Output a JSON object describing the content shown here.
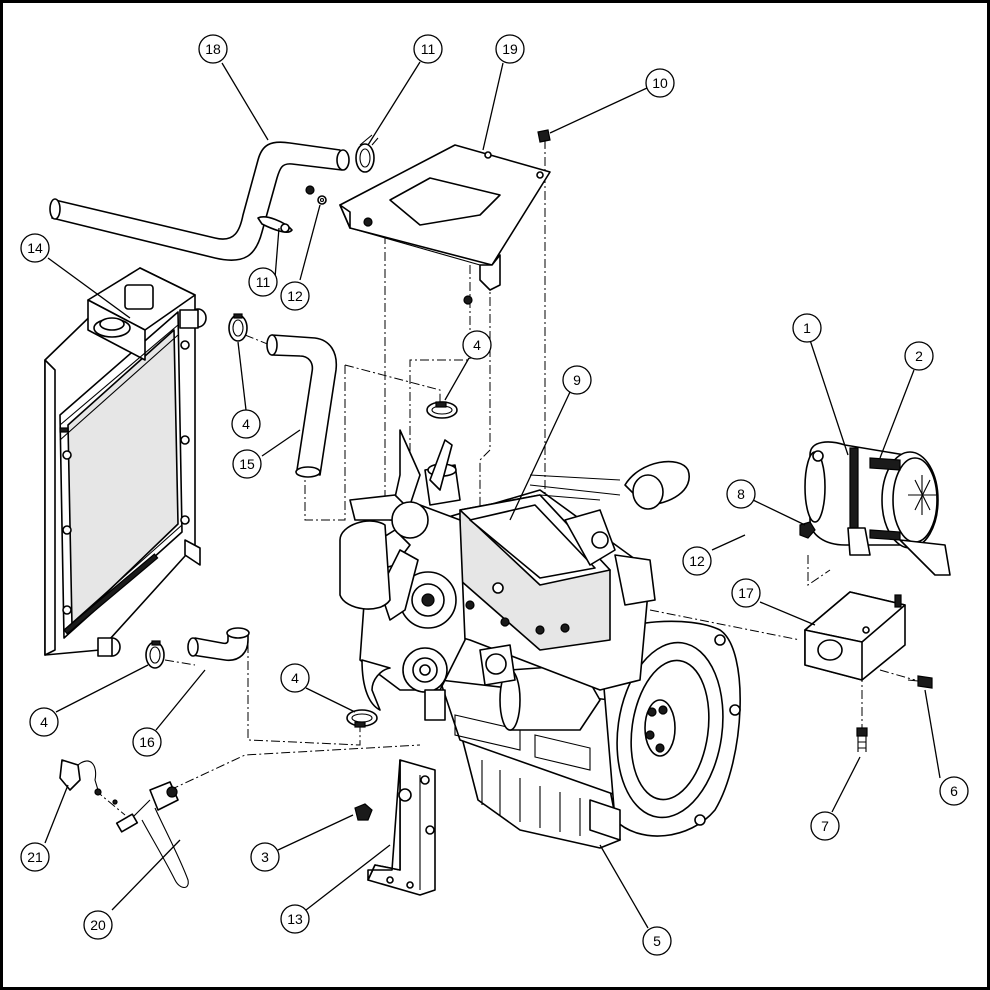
{
  "callouts": {
    "c1": "1",
    "c2": "2",
    "c3": "3",
    "c4a": "4",
    "c4b": "4",
    "c4c": "4",
    "c4d": "4",
    "c5": "5",
    "c6": "6",
    "c7": "7",
    "c8": "8",
    "c9": "9",
    "c10": "10",
    "c11a": "11",
    "c11b": "11",
    "c12a": "12",
    "c12b": "12",
    "c13": "13",
    "c14": "14",
    "c15": "15",
    "c16": "16",
    "c17": "17",
    "c18": "18",
    "c19": "19",
    "c20": "20",
    "c21": "21"
  }
}
